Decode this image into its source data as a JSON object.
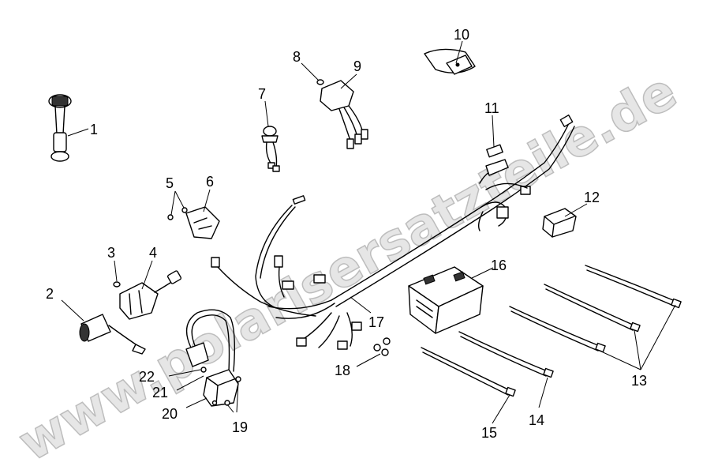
{
  "watermark": "www.polarisersatzteile.de",
  "callouts": {
    "p1": "1",
    "p2": "2",
    "p3": "3",
    "p4": "4",
    "p5": "5",
    "p6": "6",
    "p7": "7",
    "p8": "8",
    "p9": "9",
    "p10": "10",
    "p11": "11",
    "p12": "12",
    "p13": "13",
    "p14": "14",
    "p15": "15",
    "p16": "16",
    "p17": "17",
    "p18": "18",
    "p19": "19",
    "p20": "20",
    "p21": "21",
    "p22": "22"
  },
  "colors": {
    "ink": "#000000",
    "watermark_fill": "#e6e6e6",
    "background": "#ffffff"
  }
}
